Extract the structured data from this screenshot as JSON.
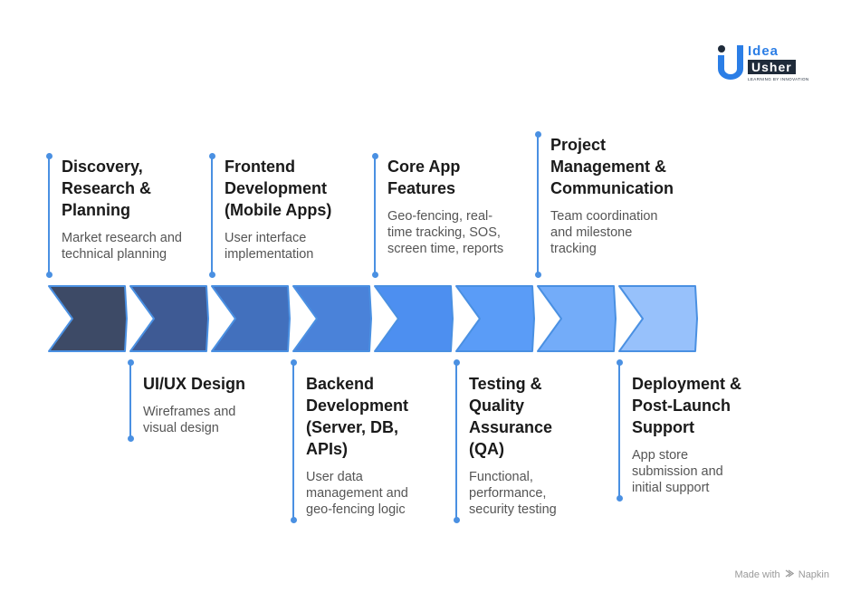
{
  "logo": {
    "word1": "Idea",
    "word2": "Usher",
    "tagline": "LEARNING BY INNOVATION"
  },
  "colors": {
    "line": "#4a90e2",
    "chevrons": [
      "#3d4a66",
      "#3e5a94",
      "#4270bd",
      "#4a82d9",
      "#4d8ff0",
      "#5a9cf7",
      "#73acf9",
      "#97c1fb"
    ],
    "chevron_stroke": "#4a90e2"
  },
  "steps": [
    {
      "title": [
        "Discovery,",
        "Research &",
        "Planning"
      ],
      "desc": [
        "Market research and",
        "technical planning"
      ]
    },
    {
      "title": [
        "UI/UX Design"
      ],
      "desc": [
        "Wireframes and",
        "visual design"
      ]
    },
    {
      "title": [
        "Frontend",
        "Development",
        "(Mobile Apps)"
      ],
      "desc": [
        "User interface",
        "implementation"
      ]
    },
    {
      "title": [
        "Backend",
        "Development",
        "(Server, DB,",
        "APIs)"
      ],
      "desc": [
        "User data",
        "management and",
        "geo-fencing logic"
      ]
    },
    {
      "title": [
        "Core App",
        "Features"
      ],
      "desc": [
        "Geo-fencing, real-",
        "time tracking, SOS,",
        "screen time, reports"
      ]
    },
    {
      "title": [
        "Testing &",
        "Quality",
        "Assurance",
        "(QA)"
      ],
      "desc": [
        "Functional,",
        "performance,",
        "security testing"
      ]
    },
    {
      "title": [
        "Project",
        "Management &",
        "Communication"
      ],
      "desc": [
        "Team coordination",
        "and milestone",
        "tracking"
      ]
    },
    {
      "title": [
        "Deployment &",
        "Post-Launch",
        "Support"
      ],
      "desc": [
        "App store",
        "submission and",
        "initial support"
      ]
    }
  ],
  "footer": {
    "made_with": "Made with",
    "brand": "Napkin",
    "icon": "napkin-icon"
  }
}
